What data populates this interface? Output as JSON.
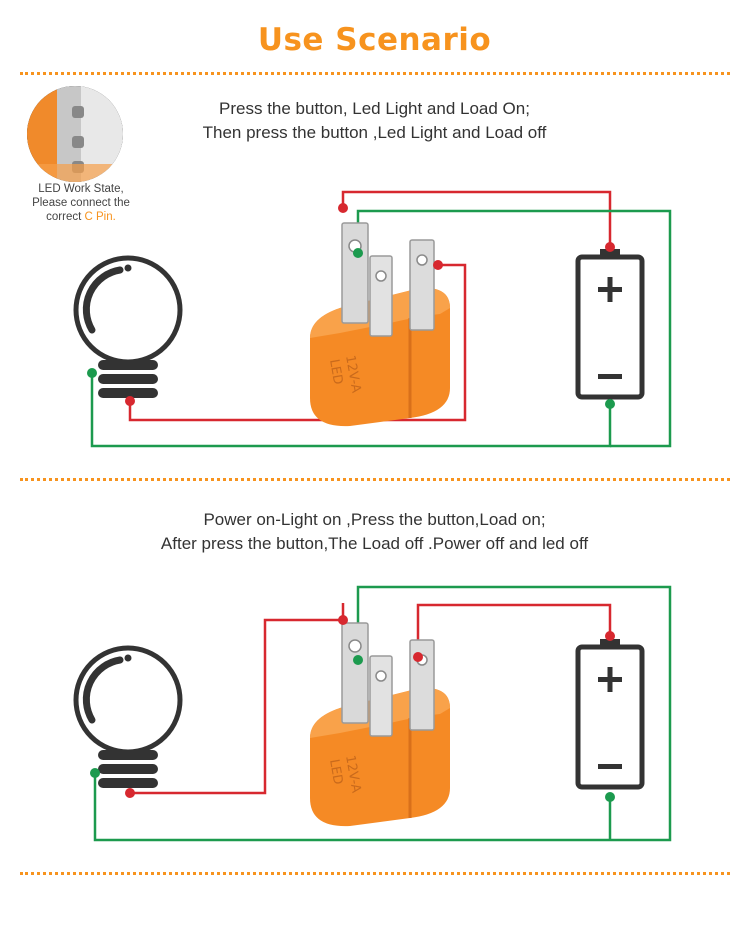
{
  "title": "Use Scenario",
  "note": {
    "line1": "LED Work State,",
    "line2": "Please connect the",
    "line3_prefix": "correct ",
    "line3_highlight": "C Pin."
  },
  "scenario1": {
    "caption_line1": "Press the button,  Led Light and Load On;",
    "caption_line2": "Then press the button ,Led Light and Load off"
  },
  "scenario2": {
    "caption_line1": "Power on-Light on ,Press the button,Load on;",
    "caption_line2": "After press the button,The Load off .Power off and led off"
  },
  "switch_label": "12V-A",
  "switch_label2": "LED",
  "battery": {
    "plus": "+",
    "minus": "−"
  },
  "colors": {
    "accent": "#f7931e",
    "wire_red": "#d7282f",
    "wire_green": "#1c9a4e",
    "dark": "#333333"
  }
}
